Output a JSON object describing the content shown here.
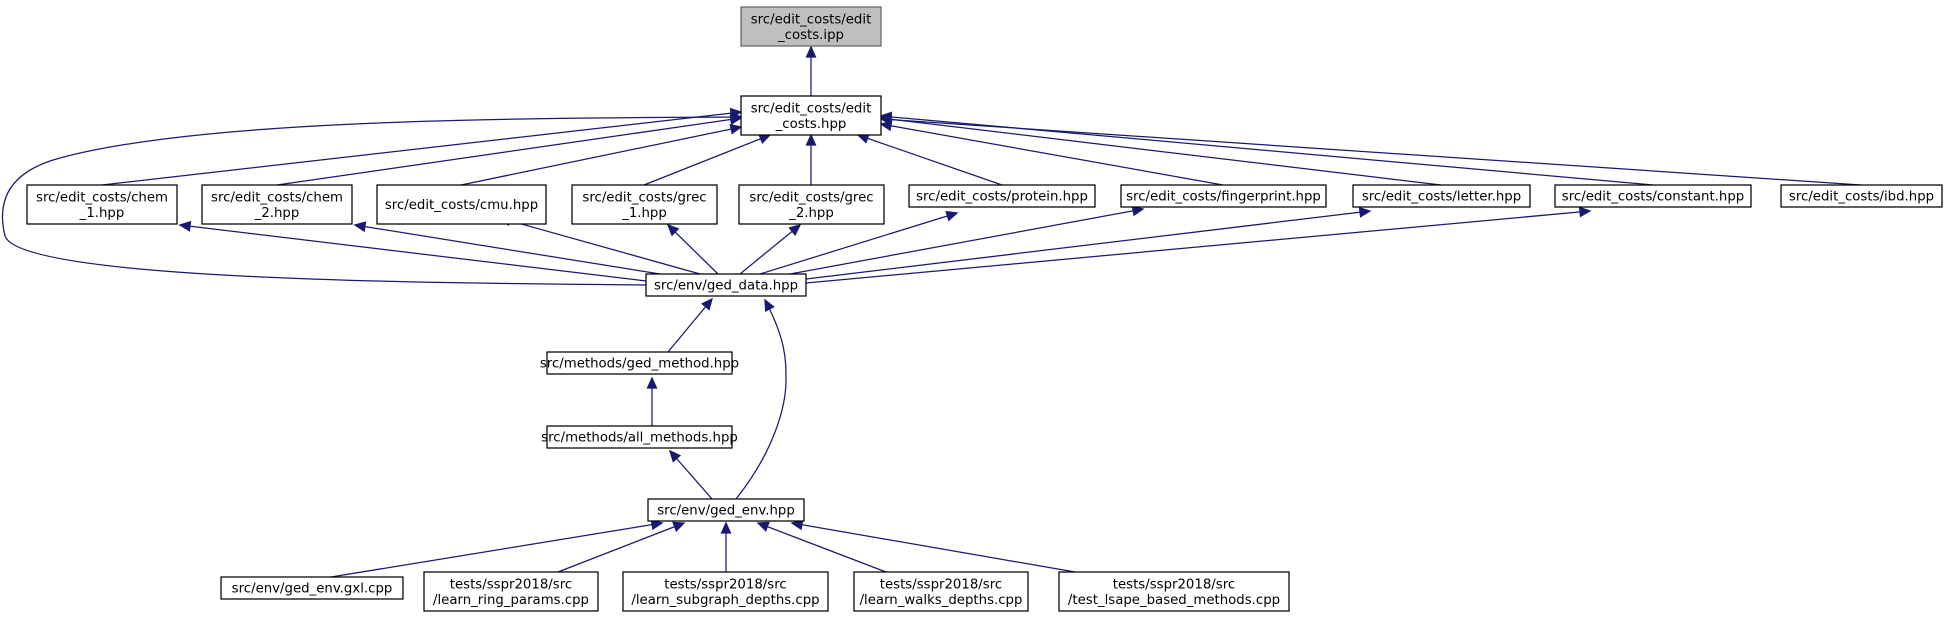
{
  "graph": {
    "edge_color": "#191970",
    "root_fill": "#bfbfbf",
    "nodes": [
      {
        "id": "ipp",
        "name": "node-edit-costs-ipp",
        "lines": [
          "src/edit_costs/edit",
          "_costs.ipp"
        ],
        "root": true
      },
      {
        "id": "hpp",
        "name": "node-edit-costs-hpp",
        "lines": [
          "src/edit_costs/edit",
          "_costs.hpp"
        ]
      },
      {
        "id": "chem1",
        "name": "node-chem-1-hpp",
        "lines": [
          "src/edit_costs/chem",
          "_1.hpp"
        ]
      },
      {
        "id": "chem2",
        "name": "node-chem-2-hpp",
        "lines": [
          "src/edit_costs/chem",
          "_2.hpp"
        ]
      },
      {
        "id": "cmu",
        "name": "node-cmu-hpp",
        "lines": [
          "src/edit_costs/cmu.hpp"
        ]
      },
      {
        "id": "grec1",
        "name": "node-grec-1-hpp",
        "lines": [
          "src/edit_costs/grec",
          "_1.hpp"
        ]
      },
      {
        "id": "grec2",
        "name": "node-grec-2-hpp",
        "lines": [
          "src/edit_costs/grec",
          "_2.hpp"
        ]
      },
      {
        "id": "protein",
        "name": "node-protein-hpp",
        "lines": [
          "src/edit_costs/protein.hpp"
        ]
      },
      {
        "id": "fingerprint",
        "name": "node-fingerprint-hpp",
        "lines": [
          "src/edit_costs/fingerprint.hpp"
        ]
      },
      {
        "id": "letter",
        "name": "node-letter-hpp",
        "lines": [
          "src/edit_costs/letter.hpp"
        ]
      },
      {
        "id": "constant",
        "name": "node-constant-hpp",
        "lines": [
          "src/edit_costs/constant.hpp"
        ]
      },
      {
        "id": "ibd",
        "name": "node-ibd-hpp",
        "lines": [
          "src/edit_costs/ibd.hpp"
        ]
      },
      {
        "id": "geddata",
        "name": "node-ged-data-hpp",
        "lines": [
          "src/env/ged_data.hpp"
        ]
      },
      {
        "id": "gedmethod",
        "name": "node-ged-method-hpp",
        "lines": [
          "src/methods/ged_method.hpp"
        ]
      },
      {
        "id": "allmethods",
        "name": "node-all-methods-hpp",
        "lines": [
          "src/methods/all_methods.hpp"
        ]
      },
      {
        "id": "gedenv",
        "name": "node-ged-env-hpp",
        "lines": [
          "src/env/ged_env.hpp"
        ]
      },
      {
        "id": "gxl",
        "name": "node-ged-env-gxl-cpp",
        "lines": [
          "src/env/ged_env.gxl.cpp"
        ]
      },
      {
        "id": "ring",
        "name": "node-learn-ring-params-cpp",
        "lines": [
          "tests/sspr2018/src",
          "/learn_ring_params.cpp"
        ]
      },
      {
        "id": "subgraph",
        "name": "node-learn-subgraph-depths-cpp",
        "lines": [
          "tests/sspr2018/src",
          "/learn_subgraph_depths.cpp"
        ]
      },
      {
        "id": "walks",
        "name": "node-learn-walks-depths-cpp",
        "lines": [
          "tests/sspr2018/src",
          "/learn_walks_depths.cpp"
        ]
      },
      {
        "id": "lsape",
        "name": "node-test-lsape-based-methods-cpp",
        "lines": [
          "tests/sspr2018/src",
          "/test_lsape_based_methods.cpp"
        ]
      }
    ],
    "edges": [
      {
        "from": "hpp",
        "to": "ipp"
      },
      {
        "from": "chem1",
        "to": "hpp"
      },
      {
        "from": "chem2",
        "to": "hpp"
      },
      {
        "from": "cmu",
        "to": "hpp"
      },
      {
        "from": "grec1",
        "to": "hpp"
      },
      {
        "from": "grec2",
        "to": "hpp"
      },
      {
        "from": "protein",
        "to": "hpp"
      },
      {
        "from": "fingerprint",
        "to": "hpp"
      },
      {
        "from": "letter",
        "to": "hpp"
      },
      {
        "from": "constant",
        "to": "hpp"
      },
      {
        "from": "ibd",
        "to": "hpp"
      },
      {
        "from": "geddata",
        "to": "hpp"
      },
      {
        "from": "geddata",
        "to": "chem1"
      },
      {
        "from": "geddata",
        "to": "chem2"
      },
      {
        "from": "geddata",
        "to": "cmu"
      },
      {
        "from": "geddata",
        "to": "grec1"
      },
      {
        "from": "geddata",
        "to": "grec2"
      },
      {
        "from": "geddata",
        "to": "protein"
      },
      {
        "from": "geddata",
        "to": "fingerprint"
      },
      {
        "from": "geddata",
        "to": "letter"
      },
      {
        "from": "geddata",
        "to": "constant"
      },
      {
        "from": "gedmethod",
        "to": "geddata"
      },
      {
        "from": "allmethods",
        "to": "gedmethod"
      },
      {
        "from": "gedenv",
        "to": "allmethods"
      },
      {
        "from": "gedenv",
        "to": "geddata"
      },
      {
        "from": "gxl",
        "to": "gedenv"
      },
      {
        "from": "ring",
        "to": "gedenv"
      },
      {
        "from": "subgraph",
        "to": "gedenv"
      },
      {
        "from": "walks",
        "to": "gedenv"
      },
      {
        "from": "lsape",
        "to": "gedenv"
      }
    ]
  }
}
